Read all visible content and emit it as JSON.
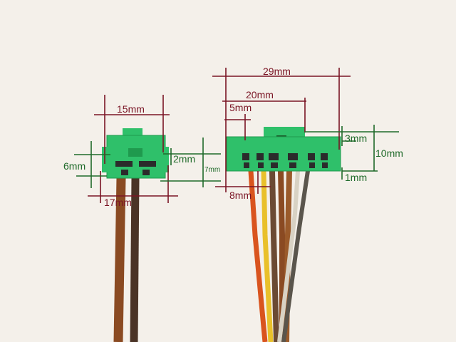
{
  "colors": {
    "dimension_red": "#7a1424",
    "dimension_green": "#1f6a2a",
    "connector_green": "#2fc06a"
  },
  "left_connector": {
    "labels": {
      "width_top": "15mm",
      "height_left": "6mm",
      "offset_right": "2mm",
      "height_right": "7mm",
      "width_bottom": "17mm"
    }
  },
  "right_connector": {
    "labels": {
      "width_total": "29mm",
      "width_mid": "20mm",
      "offset_left": "5mm",
      "top_step": "3mm",
      "height": "10mm",
      "bottom_step": "1mm",
      "offset_bottom": "8mm"
    }
  }
}
